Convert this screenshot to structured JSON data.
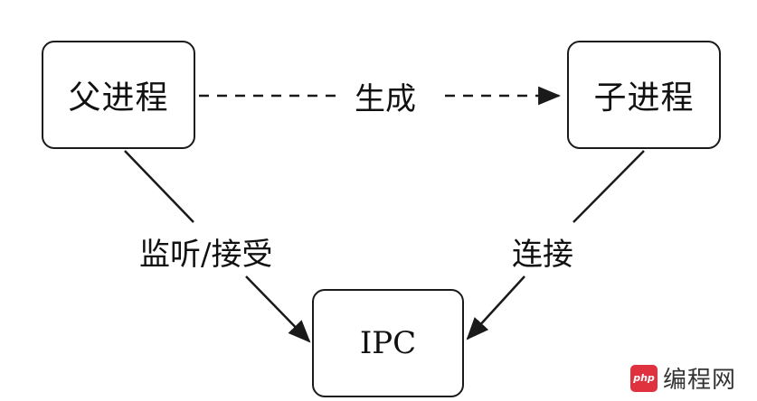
{
  "nodes": {
    "parent": "父进程",
    "child": "子进程",
    "ipc": "IPC"
  },
  "edges": {
    "spawn": "生成",
    "listen_accept": "监听/接受",
    "connect": "连接"
  },
  "watermark": {
    "logo": "php",
    "text": "编程网"
  }
}
